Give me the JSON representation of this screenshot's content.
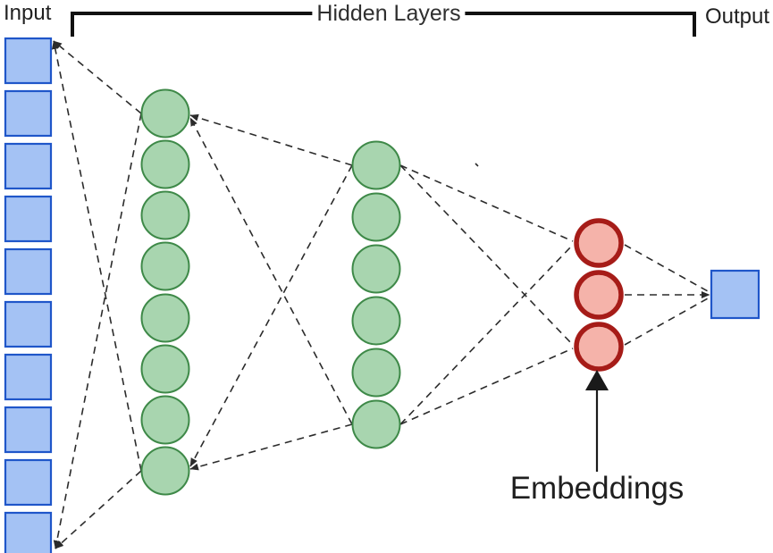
{
  "labels": {
    "input": "Input",
    "hidden_layers": "Hidden Layers",
    "output": "Output",
    "embeddings": "Embeddings"
  },
  "network": {
    "layers": [
      {
        "name": "input",
        "shape": "square",
        "count": 10,
        "fill": "#a4c2f4",
        "stroke": "#1f56c9"
      },
      {
        "name": "hidden-layer-1",
        "shape": "circle",
        "count": 8,
        "fill": "#a8d5af",
        "stroke": "#3e8948"
      },
      {
        "name": "hidden-layer-2",
        "shape": "circle",
        "count": 6,
        "fill": "#a8d5af",
        "stroke": "#3e8948"
      },
      {
        "name": "embeddings",
        "shape": "circle",
        "count": 3,
        "fill": "#f5b3aa",
        "stroke": "#a61c18"
      },
      {
        "name": "output",
        "shape": "square",
        "count": 1,
        "fill": "#a4c2f4",
        "stroke": "#1f56c9"
      }
    ],
    "connections": {
      "style": "dashed",
      "color": "#2b2b2b",
      "pattern": "fan-between-layer-extremes"
    },
    "annotation": {
      "text": "Embeddings",
      "arrow": "solid-black-up-arrow"
    }
  }
}
